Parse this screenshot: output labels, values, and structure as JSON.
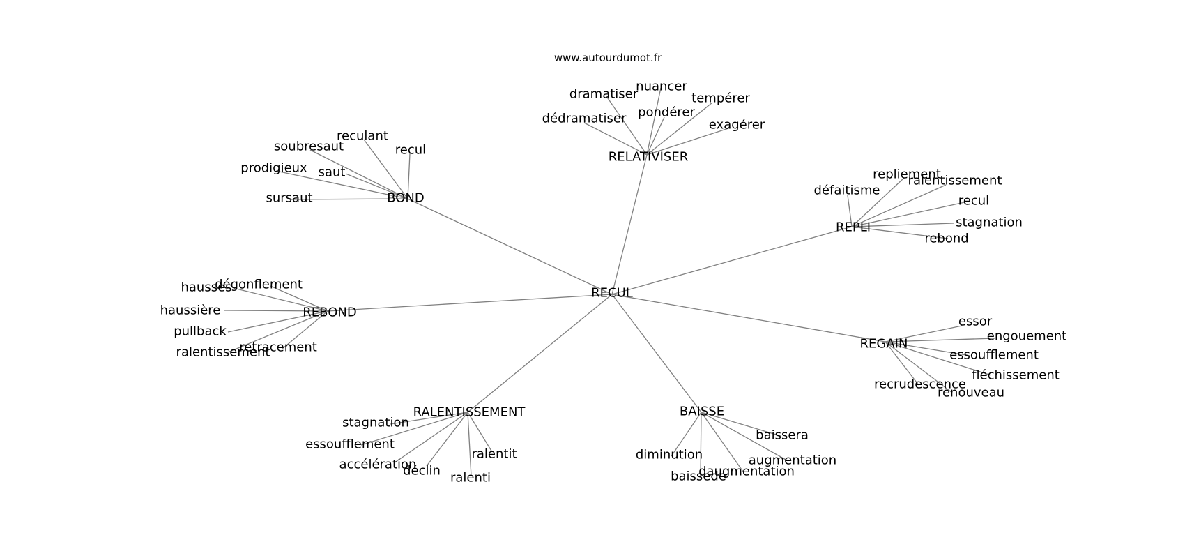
{
  "site": "www.autourdumot.fr",
  "graph": {
    "center": "RECUL",
    "clusters": [
      {
        "hub": "RELATIVISER",
        "leaves": [
          "dramatiser",
          "nuancer",
          "tempérer",
          "pondérer",
          "dédramatiser",
          "exagérer"
        ]
      },
      {
        "hub": "BOND",
        "leaves": [
          "reculant",
          "soubresaut",
          "recul",
          "prodigieux",
          "saut",
          "sursaut"
        ]
      },
      {
        "hub": "REPLI",
        "leaves": [
          "repliement",
          "défaitisme",
          "ralentissement",
          "recul",
          "stagnation",
          "rebond"
        ]
      },
      {
        "hub": "REBOND",
        "leaves": [
          "hausses",
          "dégonflement",
          "haussière",
          "pullback",
          "retracement",
          "ralentissement"
        ]
      },
      {
        "hub": "REGAIN",
        "leaves": [
          "essor",
          "engouement",
          "essoufflement",
          "fléchissement",
          "recrudescence",
          "renouveau"
        ]
      },
      {
        "hub": "RALENTISSEMENT",
        "leaves": [
          "stagnation",
          "essoufflement",
          "accélération",
          "déclin",
          "ralentit",
          "ralenti"
        ]
      },
      {
        "hub": "BAISSE",
        "leaves": [
          "baissera",
          "diminution",
          "augmentation",
          "baissede",
          "daugmentation"
        ]
      }
    ]
  }
}
